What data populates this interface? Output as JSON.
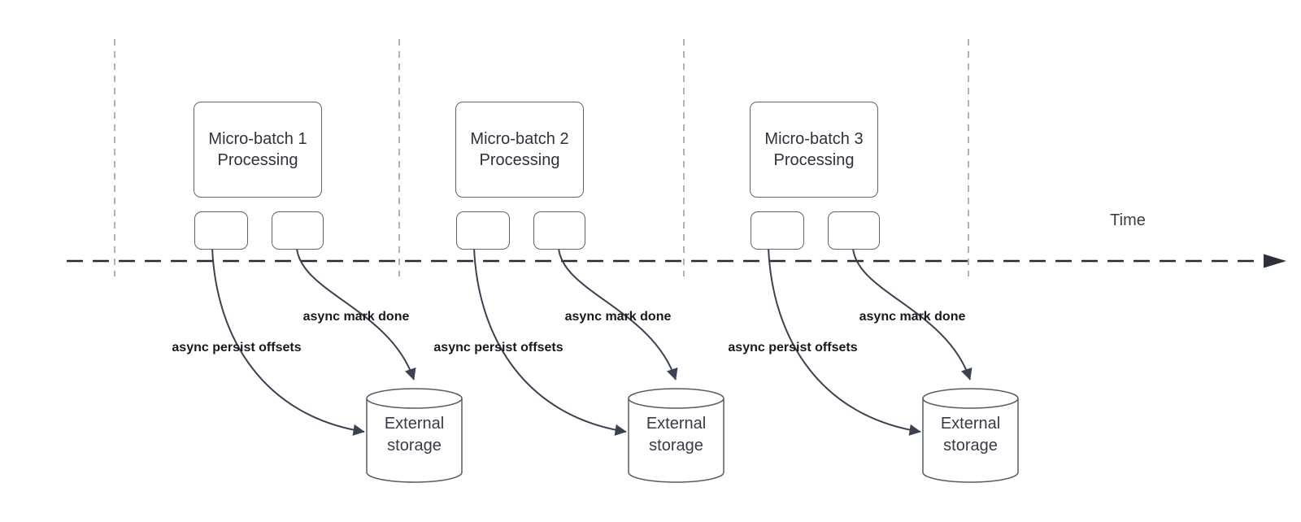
{
  "diagram": {
    "time_label": "Time",
    "clusters": [
      {
        "box_label": "Micro-batch 1\nProcessing",
        "persist_label": "async persist offsets",
        "done_label": "async mark done",
        "storage_label": "External\nstorage"
      },
      {
        "box_label": "Micro-batch 2\nProcessing",
        "persist_label": "async persist offsets",
        "done_label": "async mark done",
        "storage_label": "External\nstorage"
      },
      {
        "box_label": "Micro-batch 3\nProcessing",
        "persist_label": "async persist offsets",
        "done_label": "async mark done",
        "storage_label": "External\nstorage"
      }
    ],
    "colors": {
      "arrow_curve": "#3b4150",
      "box_border": "#5f646d",
      "cylinder_stroke": "#565b66",
      "label_text": "#17191d",
      "time_axis": "#26282c",
      "separator_line": "#aeb1b6",
      "background": "#ffffff"
    }
  }
}
